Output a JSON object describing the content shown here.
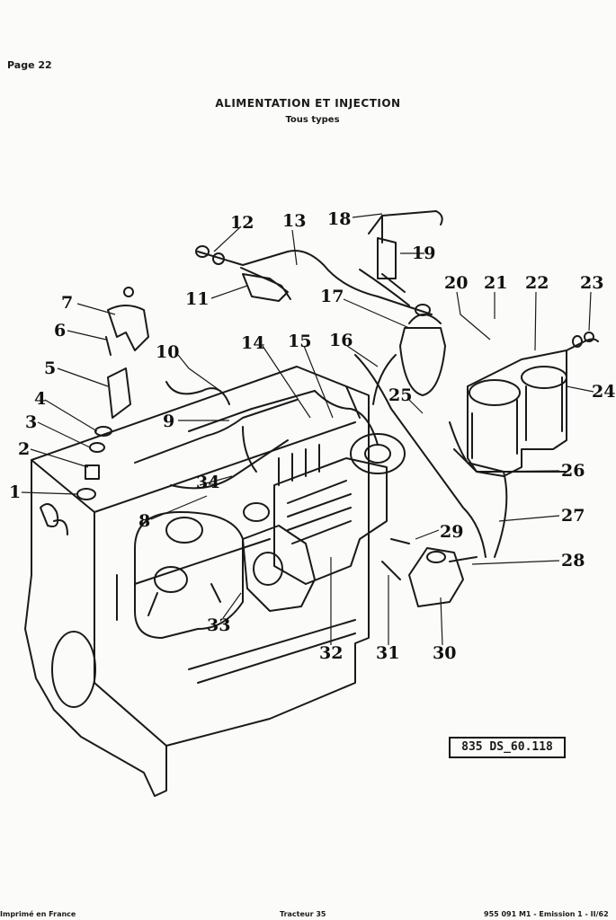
{
  "page_label": "Page 22",
  "title": "ALIMENTATION ET INJECTION",
  "subtitle": "Tous types",
  "callouts": [
    "1",
    "2",
    "3",
    "4",
    "5",
    "6",
    "7",
    "8",
    "9",
    "10",
    "11",
    "12",
    "13",
    "14",
    "15",
    "16",
    "17",
    "18",
    "19",
    "20",
    "21",
    "22",
    "23",
    "24",
    "25",
    "26",
    "27",
    "28",
    "29",
    "30",
    "31",
    "32",
    "33",
    "34"
  ],
  "reference": "835 DS_60.118",
  "footer": {
    "left": "Imprimé en France",
    "center": "Tracteur 35",
    "right": "955 091 M1 - Emission 1 - II/62"
  }
}
